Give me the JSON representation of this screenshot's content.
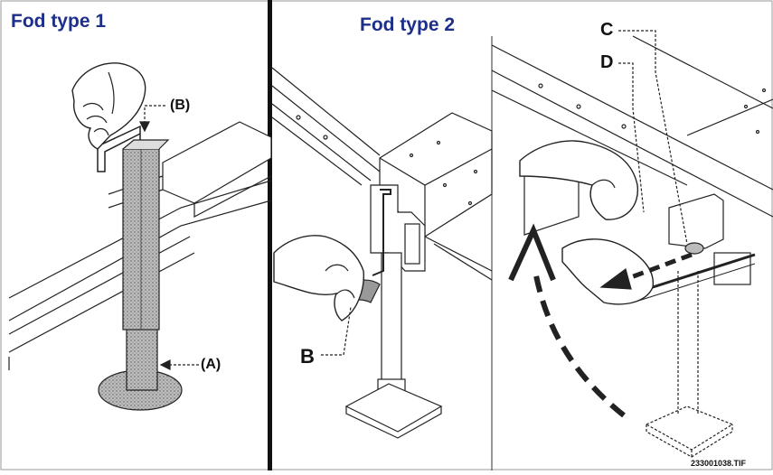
{
  "panels": {
    "left": {
      "title": "Fod type 1",
      "label_a": "(A)",
      "label_b": "(B)"
    },
    "middle": {
      "title": "Fod type 2",
      "label_b": "B"
    },
    "right": {
      "label_c": "C",
      "label_d": "D"
    }
  },
  "figure_code": "233001038.TIF",
  "colors": {
    "title": "#1d2f8a",
    "divider": "#111111",
    "line": "#222222"
  }
}
